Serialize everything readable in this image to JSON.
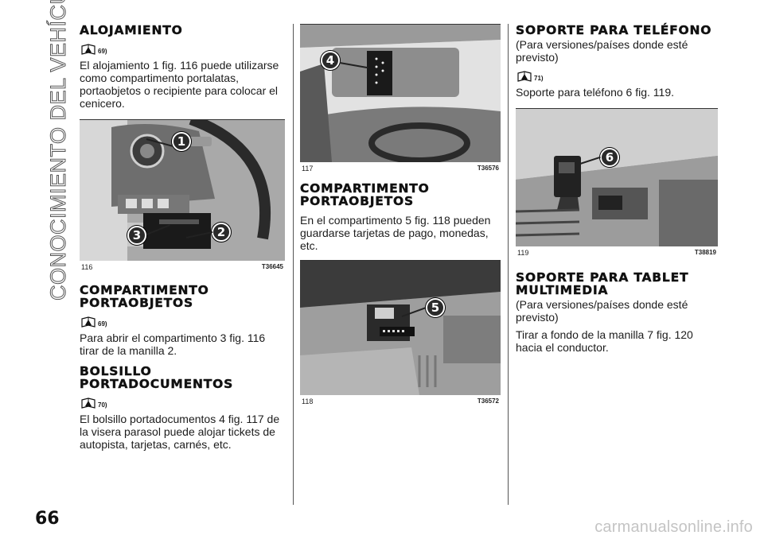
{
  "side_title": "CONOCIMIENTO DEL VEHÍCULO",
  "page_number": "66",
  "watermark": "carmanualsonline.info",
  "col1": {
    "s1_title": "ALOJAMIENTO",
    "s1_ref": "69)",
    "s1_text": "El alojamiento 1 fig. 116 puede utilizarse como compartimento portalatas, portaobjetos o recipiente para colocar el cenicero.",
    "fig116": {
      "num": "116",
      "code": "T36645",
      "c1": "1",
      "c2": "2",
      "c3": "3"
    },
    "s2_title": "COMPARTIMENTO PORTAOBJETOS",
    "s2_ref": "69)",
    "s2_text": "Para abrir el compartimento 3 fig. 116 tirar de la manilla 2.",
    "s3_title": "BOLSILLO PORTADOCUMENTOS",
    "s3_ref": "70)",
    "s3_text": "El bolsillo portadocumentos 4 fig. 117 de la visera parasol puede alojar tickets de autopista, tarjetas, carnés, etc."
  },
  "col2": {
    "fig117": {
      "num": "117",
      "code": "T36576",
      "c4": "4"
    },
    "s4_title": "COMPARTIMENTO PORTAOBJETOS",
    "s4_text": "En el compartimento 5 fig. 118 pueden guardarse tarjetas de pago, monedas, etc.",
    "fig118": {
      "num": "118",
      "code": "T36572",
      "c5": "5"
    }
  },
  "col3": {
    "s5_title": "SOPORTE PARA TELÉFONO",
    "s5_sub": "(Para versiones/países donde esté previsto)",
    "s5_ref": "71)",
    "s5_text": "Soporte para teléfono 6 fig. 119.",
    "fig119": {
      "num": "119",
      "code": "T38819",
      "c6": "6"
    },
    "s6_title": "SOPORTE PARA TABLET MULTIMEDIA",
    "s6_sub": "(Para versiones/países donde esté previsto)",
    "s6_text": "Tirar a fondo de la manilla 7 fig. 120 hacia el conductor."
  },
  "icons": {
    "warning": "book-warning-icon"
  }
}
